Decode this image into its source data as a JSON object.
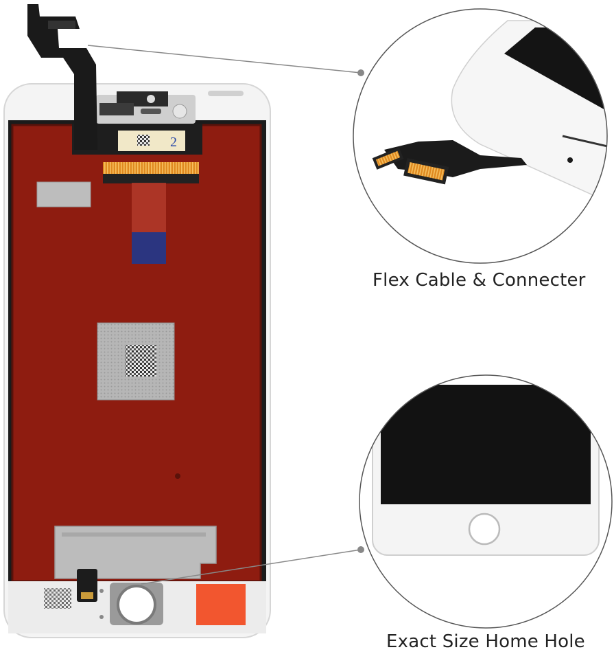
{
  "captions": {
    "flex_cable": "Flex Cable & Connecter",
    "home_hole": "Exact Size Home Hole"
  },
  "labels": {
    "sticker_number": "2"
  },
  "colors": {
    "frame": "#f4f4f4",
    "backplate_red": "#8e1c10",
    "flex_cable": "#1a1a1a",
    "orange_connector": "#e88a1a",
    "blue_patch": "#2b3580",
    "metal_plate": "#b9b9b9",
    "home_sticker": "#f2562f",
    "leader_line": "#888888",
    "circle_outline": "#555555"
  }
}
